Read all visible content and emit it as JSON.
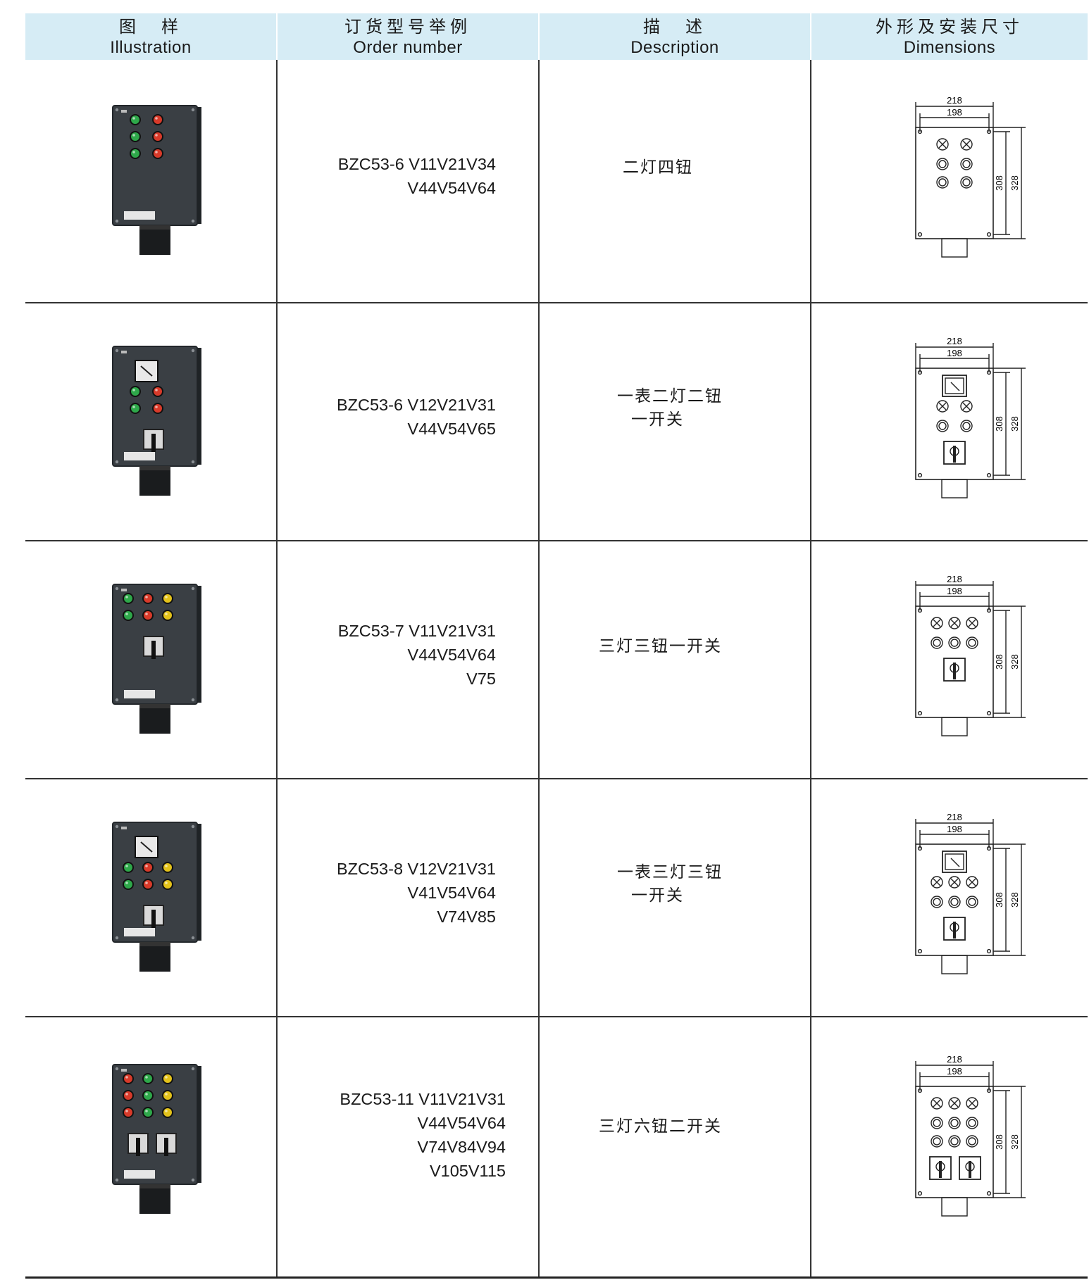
{
  "header": {
    "illustration_cn": "图　样",
    "illustration_en": "Illustration",
    "order_cn": "订货型号举例",
    "order_en": "Order number",
    "description_cn": "描　述",
    "description_en": "Description",
    "dimensions_cn": "外形及安装尺寸",
    "dimensions_en": "Dimensions"
  },
  "dimension_labels": {
    "outer_width": "218",
    "inner_width": "198",
    "inner_height": "308",
    "outer_height": "328"
  },
  "rows": [
    {
      "order_lines": [
        "BZC53-6 V11V21V34",
        "V44V54V64"
      ],
      "description_lines": [
        "二灯四钮"
      ]
    },
    {
      "order_lines": [
        "BZC53-6 V12V21V31",
        "V44V54V65"
      ],
      "description_lines": [
        "一表二灯二钮",
        "一开关"
      ]
    },
    {
      "order_lines": [
        "BZC53-7 V11V21V31",
        "V44V54V64",
        "V75"
      ],
      "description_lines": [
        "三灯三钮一开关"
      ]
    },
    {
      "order_lines": [
        "BZC53-8 V12V21V31",
        "V41V54V64",
        "V74V85"
      ],
      "description_lines": [
        "一表三灯三钮",
        "一开关"
      ]
    },
    {
      "order_lines": [
        "BZC53-11 V11V21V31",
        "V44V54V64",
        "V74V84V94",
        "V105V115"
      ],
      "description_lines": [
        "三灯六钮二开关"
      ]
    }
  ]
}
